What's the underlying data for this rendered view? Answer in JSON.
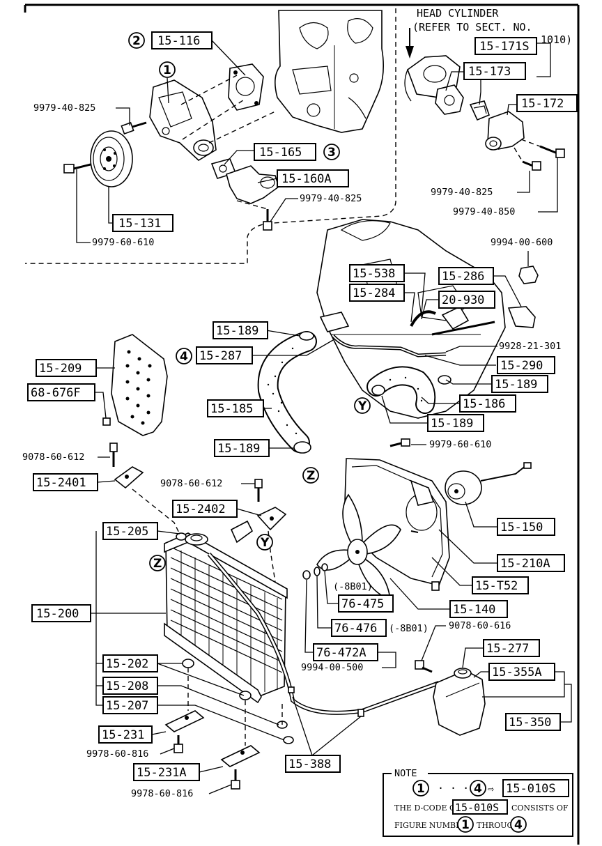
{
  "header": {
    "head_cylinder": "HEAD CYLINDER",
    "refer": "(REFER TO SECT. NO.",
    "refer_num": "1010)"
  },
  "callouts": {
    "c1": "1",
    "c2": "2",
    "c3": "3",
    "c4": "4",
    "Y": "Y",
    "Z": "Z"
  },
  "parts": {
    "p15_116": "15-116",
    "p15_165": "15-165",
    "p15_160A": "15-160A",
    "p15_131": "15-131",
    "p15_171S": "15-171S",
    "p15_173": "15-173",
    "p15_172": "15-172",
    "p15_538": "15-538",
    "p15_284": "15-284",
    "p15_286": "15-286",
    "p20_930": "20-930",
    "p15_189a": "15-189",
    "p15_287": "15-287",
    "p15_290": "15-290",
    "p15_189b": "15-189",
    "p15_186": "15-186",
    "p15_189c": "15-189",
    "p15_185": "15-185",
    "p15_189d": "15-189",
    "p15_209": "15-209",
    "p68_676F": "68-676F",
    "p15_2401": "15-2401",
    "p15_2402": "15-2402",
    "p15_205": "15-205",
    "p15_150": "15-150",
    "p15_210A": "15-210A",
    "p15_T52": "15-T52",
    "p76_475": "76-475",
    "p15_140": "15-140",
    "p76_476": "76-476",
    "p15_200": "15-200",
    "p76_472A": "76-472A",
    "p15_277": "15-277",
    "p15_355A": "15-355A",
    "p15_202": "15-202",
    "p15_208": "15-208",
    "p15_207": "15-207",
    "p15_350": "15-350",
    "p15_231": "15-231",
    "p15_388": "15-388",
    "p15_231A": "15-231A"
  },
  "numbers": {
    "n9979_40_825_a": "9979-40-825",
    "n9979_40_825_b": "9979-40-825",
    "n9979_40_825_c": "9979-40-825",
    "n9979_40_850": "9979-40-850",
    "n9979_60_610_a": "9979-60-610",
    "n9994_00_600": "9994-00-600",
    "n9928_21_301": "9928-21-301",
    "n9979_60_610_b": "9979-60-610",
    "n9078_60_612_a": "9078-60-612",
    "n9078_60_612_b": "9078-60-612",
    "n8B01_a": "(-8B01)",
    "n8B01_b": "(-8B01)",
    "n9078_60_616": "9078-60-616",
    "n9994_00_500": "9994-00-500",
    "n9978_60_816_a": "9978-60-816",
    "n9978_60_816_b": "9978-60-816"
  },
  "note": {
    "title": "NOTE",
    "from": "1",
    "dots": "· · ·",
    "to": "4",
    "arrow": "⇨",
    "code": "15-010S",
    "line2_pre": "THE D-CODE OF",
    "line2_code": "15-010S",
    "line2_post": "CONSISTS OF",
    "line3_pre": "FIGURE NUMBERS",
    "line3_a": "1",
    "line3_mid": "THROUGH",
    "line3_b": "4"
  }
}
